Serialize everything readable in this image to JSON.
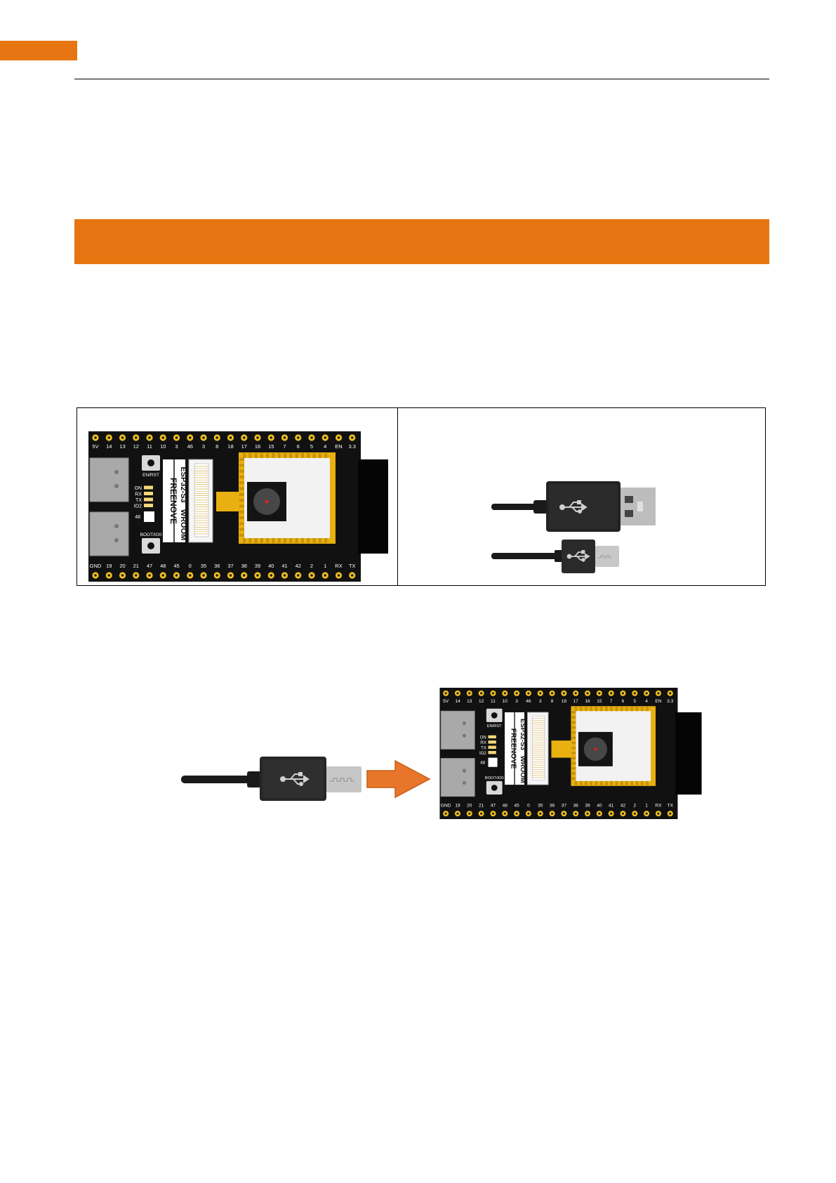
{
  "board": {
    "top_pins": [
      "5V",
      "14",
      "13",
      "12",
      "11",
      "10",
      "3",
      "46",
      "3",
      "8",
      "18",
      "17",
      "16",
      "15",
      "7",
      "6",
      "5",
      "4",
      "EN",
      "3.3"
    ],
    "bottom_pins": [
      "GND",
      "19",
      "20",
      "21",
      "47",
      "48",
      "45",
      "0",
      "35",
      "36",
      "37",
      "38",
      "39",
      "40",
      "41",
      "42",
      "2",
      "1",
      "RX",
      "TX"
    ],
    "chip_label": "ESP32-S3",
    "brand_label": "FREENOVE",
    "module_label": "WROOM",
    "reset_button_label": "EN/RST",
    "boot_button_label": "BOOT/IO0",
    "led_labels": [
      "ON",
      "RX",
      "TX",
      "IO2"
    ],
    "led_48_label": "48"
  },
  "colors": {
    "accent": "#e67512",
    "board": "#111111",
    "gold": "#e8b010",
    "pin": "#f0c020"
  },
  "icons": [
    "usb-symbol-icon",
    "arrow-right-icon",
    "camera-lens-icon"
  ]
}
